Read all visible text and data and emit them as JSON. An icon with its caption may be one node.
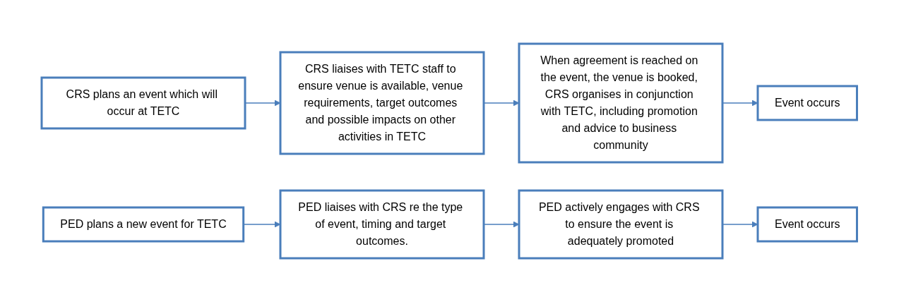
{
  "diagram": {
    "nodes": [
      {
        "text": [
          "CRS plans an event which will occur at TETC"
        ]
      },
      {
        "text": [
          "CRS liaises with TETC staff to ensure venue is available, venue requirements, target outcomes and possible impacts on other activities in TETC"
        ]
      },
      {
        "text": [
          "When agreement is reached on the event, the venue is booked, CRS organises in conjunction with TETC, including promotion and advice to business community"
        ]
      },
      {
        "text": [
          "Event occurs"
        ]
      },
      {
        "text": [
          "PED plans a new event for TETC"
        ]
      },
      {
        "text": [
          "PED liaises with CRS re the type of event, timing and target outcomes."
        ]
      },
      {
        "text": [
          "PED actively engages with CRS to ensure the event is adequately promoted"
        ]
      },
      {
        "text": [
          "Event occurs"
        ]
      }
    ],
    "edges": [
      {
        "from": 0,
        "to": 1,
        "arrow": "to"
      },
      {
        "from": 1,
        "to": 2,
        "arrow": "to"
      },
      {
        "from": 2,
        "to": 3,
        "arrow": "to"
      },
      {
        "from": 4,
        "to": 5,
        "arrow": "to"
      },
      {
        "from": 5,
        "to": 6,
        "arrow": "to"
      },
      {
        "from": 6,
        "to": 7,
        "arrow": "to"
      }
    ]
  }
}
